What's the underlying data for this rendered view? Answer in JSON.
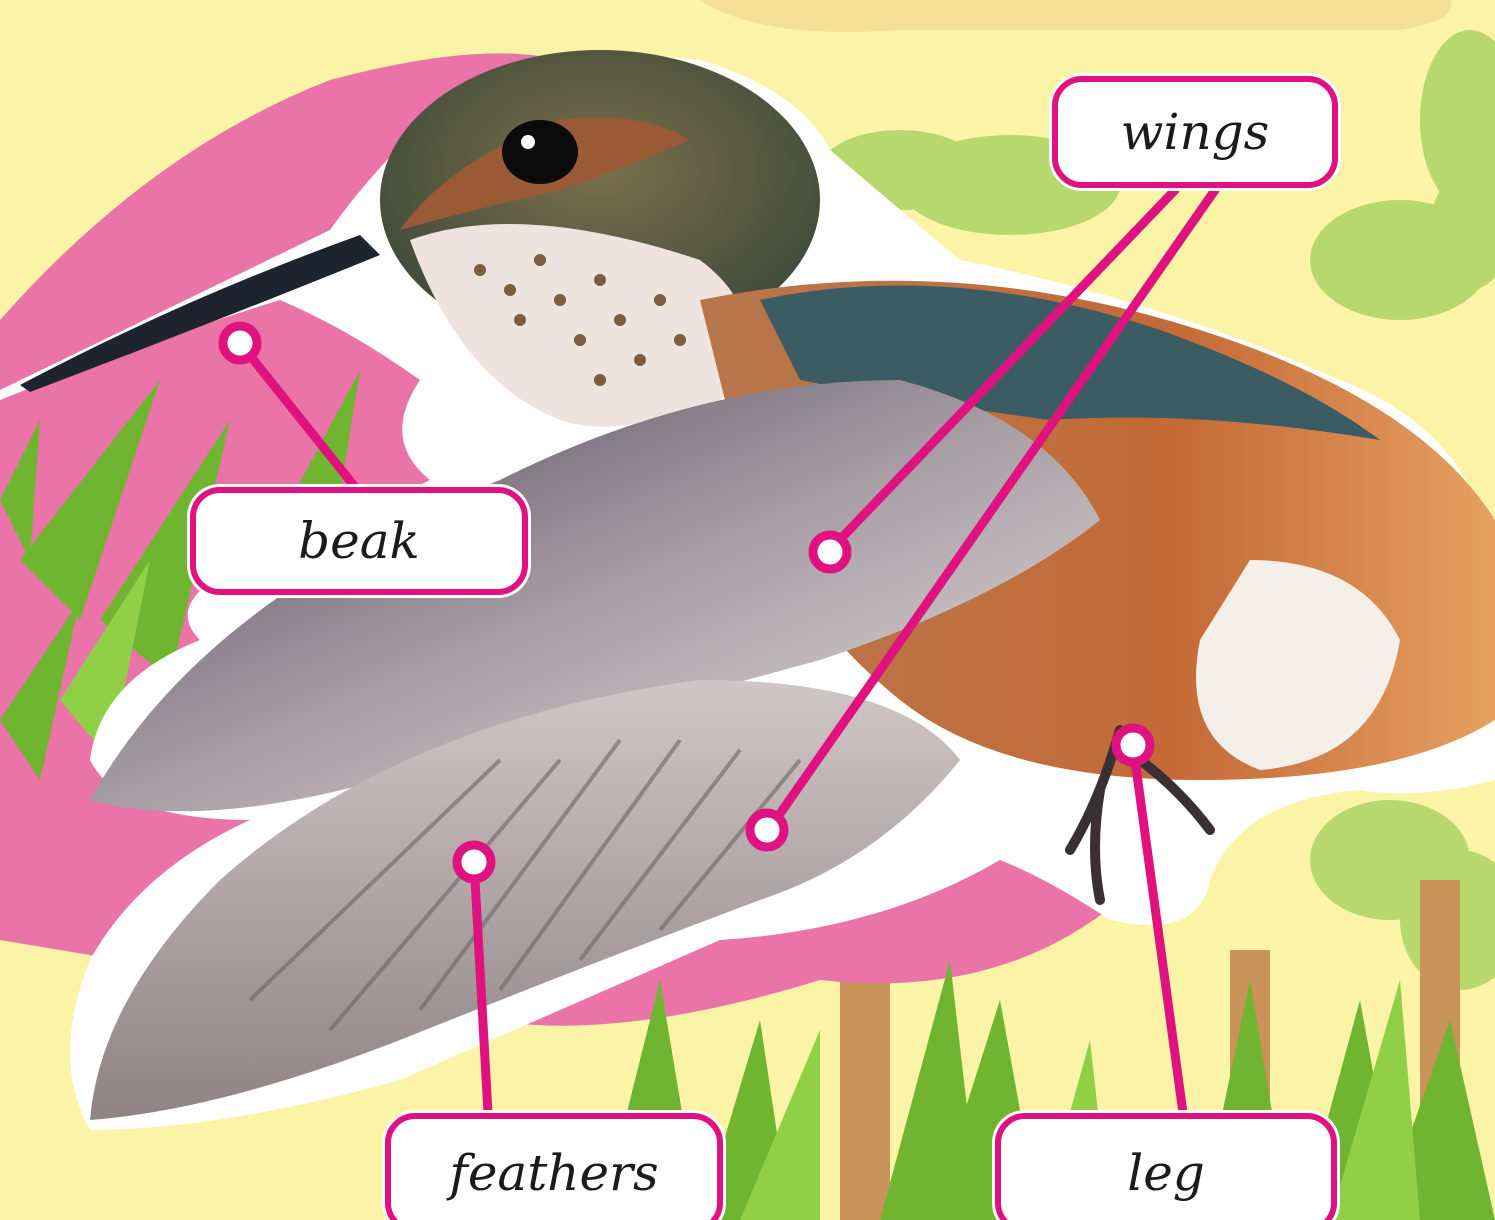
{
  "labels": {
    "wings": "wings",
    "beak": "beak",
    "feathers": "feathers",
    "leg": "leg"
  },
  "colors": {
    "background": "#fbf3a6",
    "leader_line": "#e0127f",
    "pink_backdrop": "#ea73a8",
    "grass": "#6fb52f",
    "trees": "#b5d66a"
  }
}
